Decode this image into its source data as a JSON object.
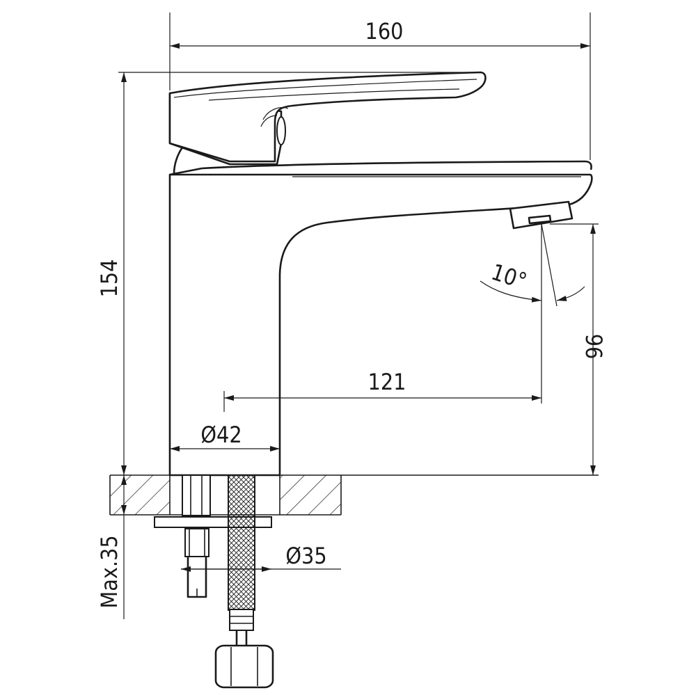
{
  "drawing": {
    "subject": "Single-lever basin faucet dimensional drawing",
    "dimensions": {
      "overall_width": "160",
      "overall_height": "154",
      "spout_height": "96",
      "spout_reach": "121",
      "base_diameter": "Ø42",
      "mounting_hole_diameter": "Ø35",
      "max_deck_thickness": "Max.35",
      "outlet_angle": "10°"
    }
  }
}
